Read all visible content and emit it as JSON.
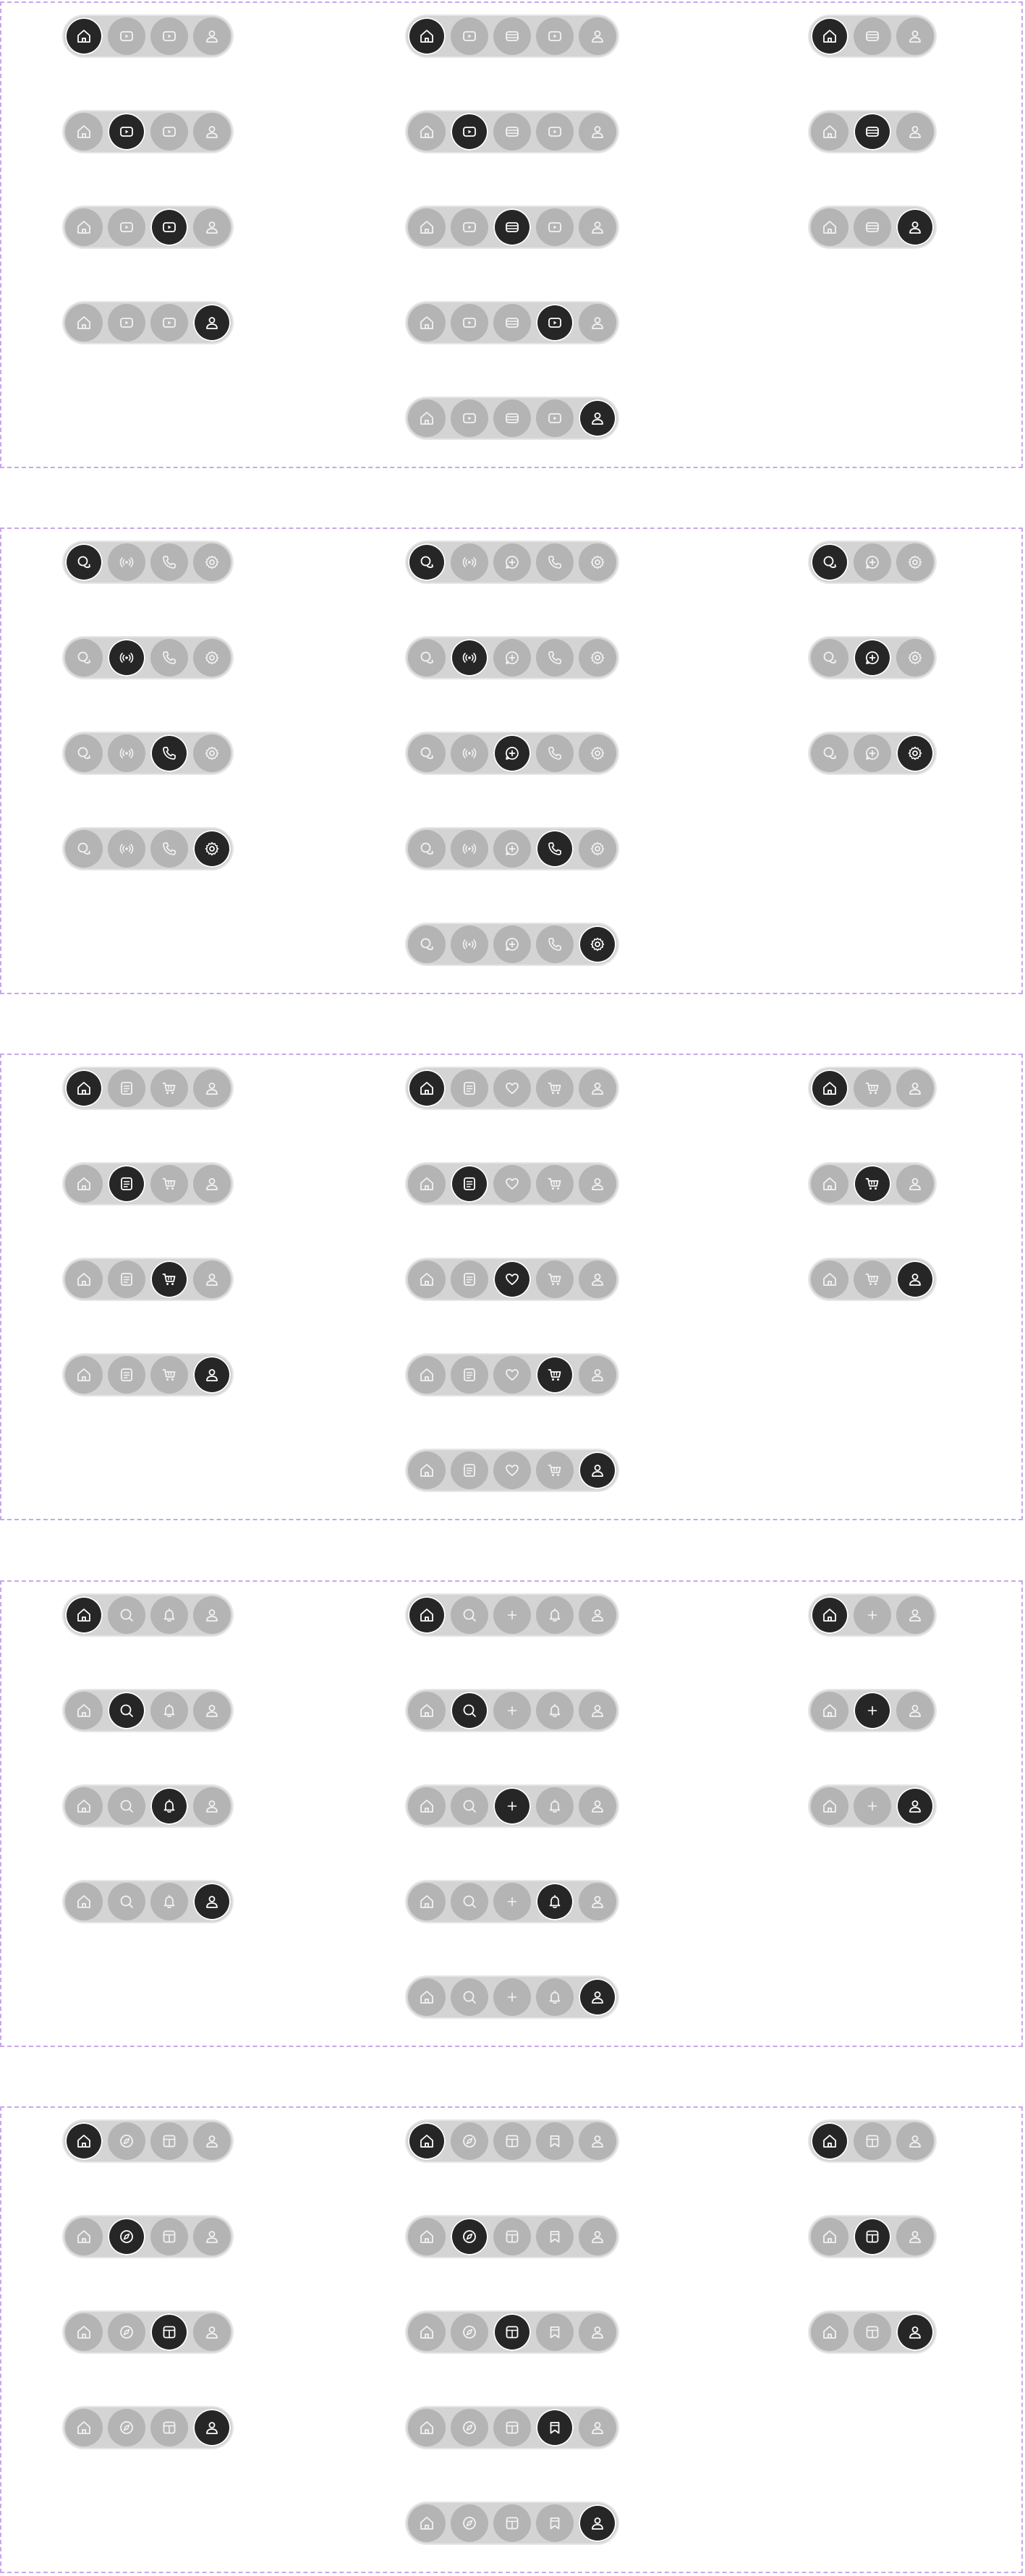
{
  "colors": {
    "active": "#262626",
    "inactive": "#b4b4b4",
    "track": "#d4d4d4",
    "border": "#c9a6ec"
  },
  "sections": [
    {
      "name": "group-1",
      "columns": [
        {
          "icons": [
            "home-icon",
            "video-icon",
            "video-icon",
            "user-icon"
          ]
        },
        {
          "icons": [
            "home-icon",
            "video-icon",
            "wallet-icon",
            "video-icon",
            "user-icon"
          ]
        },
        {
          "icons": [
            "home-icon",
            "wallet-icon",
            "user-icon"
          ]
        }
      ]
    },
    {
      "name": "group-2",
      "columns": [
        {
          "icons": [
            "chat-icon",
            "broadcast-icon",
            "phone-icon",
            "gear-icon"
          ]
        },
        {
          "icons": [
            "chat-icon",
            "broadcast-icon",
            "add-chat-icon",
            "phone-icon",
            "gear-icon"
          ]
        },
        {
          "icons": [
            "chat-icon",
            "add-chat-icon",
            "gear-icon"
          ]
        }
      ]
    },
    {
      "name": "group-3",
      "columns": [
        {
          "icons": [
            "home-icon",
            "document-icon",
            "cart-icon",
            "user-icon"
          ]
        },
        {
          "icons": [
            "home-icon",
            "document-icon",
            "heart-icon",
            "cart-icon",
            "user-icon"
          ]
        },
        {
          "icons": [
            "home-icon",
            "cart-icon",
            "user-icon"
          ]
        }
      ]
    },
    {
      "name": "group-4",
      "columns": [
        {
          "icons": [
            "home-icon",
            "search-icon",
            "bell-icon",
            "user-icon"
          ]
        },
        {
          "icons": [
            "home-icon",
            "search-icon",
            "plus-icon",
            "bell-icon",
            "user-icon"
          ]
        },
        {
          "icons": [
            "home-icon",
            "plus-icon",
            "user-icon"
          ]
        }
      ]
    },
    {
      "name": "group-5",
      "columns": [
        {
          "icons": [
            "home-icon",
            "compass-icon",
            "layout-icon",
            "user-icon"
          ]
        },
        {
          "icons": [
            "home-icon",
            "compass-icon",
            "layout-icon",
            "bookmark-icon",
            "user-icon"
          ]
        },
        {
          "icons": [
            "home-icon",
            "layout-icon",
            "user-icon"
          ]
        }
      ]
    }
  ]
}
